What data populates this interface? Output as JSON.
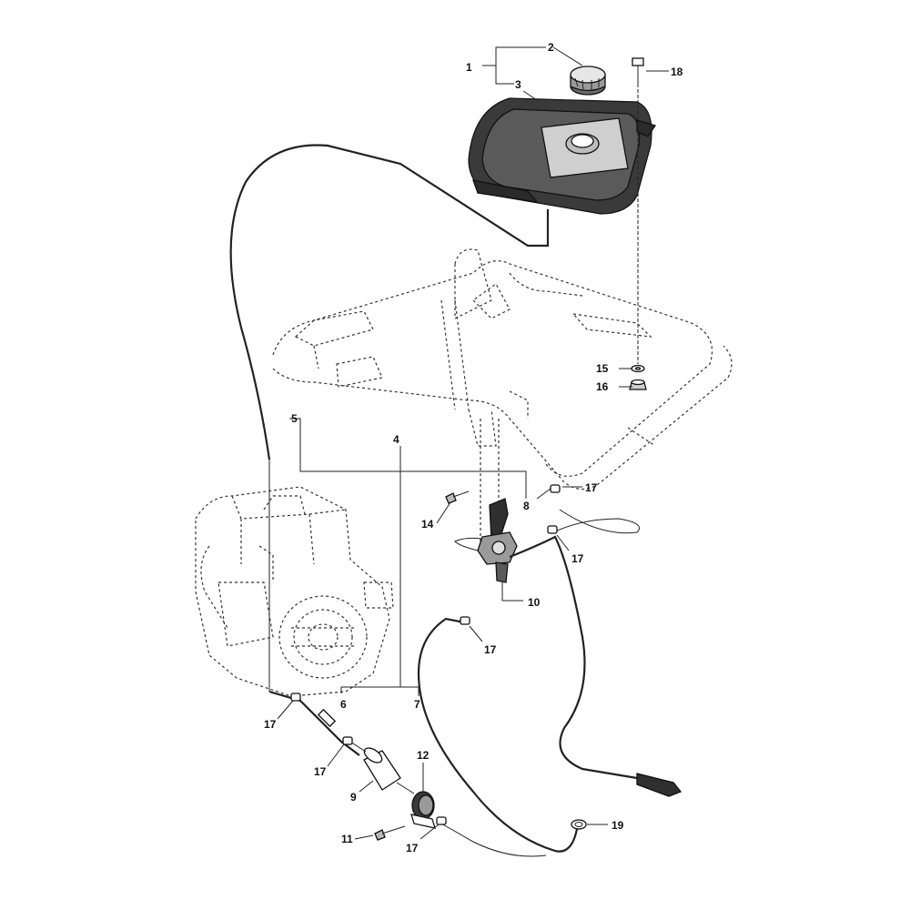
{
  "callouts": {
    "c1": "1",
    "c2": "2",
    "c3": "3",
    "c4": "4",
    "c5": "5",
    "c6": "6",
    "c7": "7",
    "c8": "8",
    "c9": "9",
    "c10": "10",
    "c11": "11",
    "c12": "12",
    "c14": "14",
    "c15": "15",
    "c16": "16",
    "c17a": "17",
    "c17b": "17",
    "c17c": "17",
    "c17d": "17",
    "c17e": "17",
    "c17f": "17",
    "c18": "18",
    "c19": "19"
  }
}
